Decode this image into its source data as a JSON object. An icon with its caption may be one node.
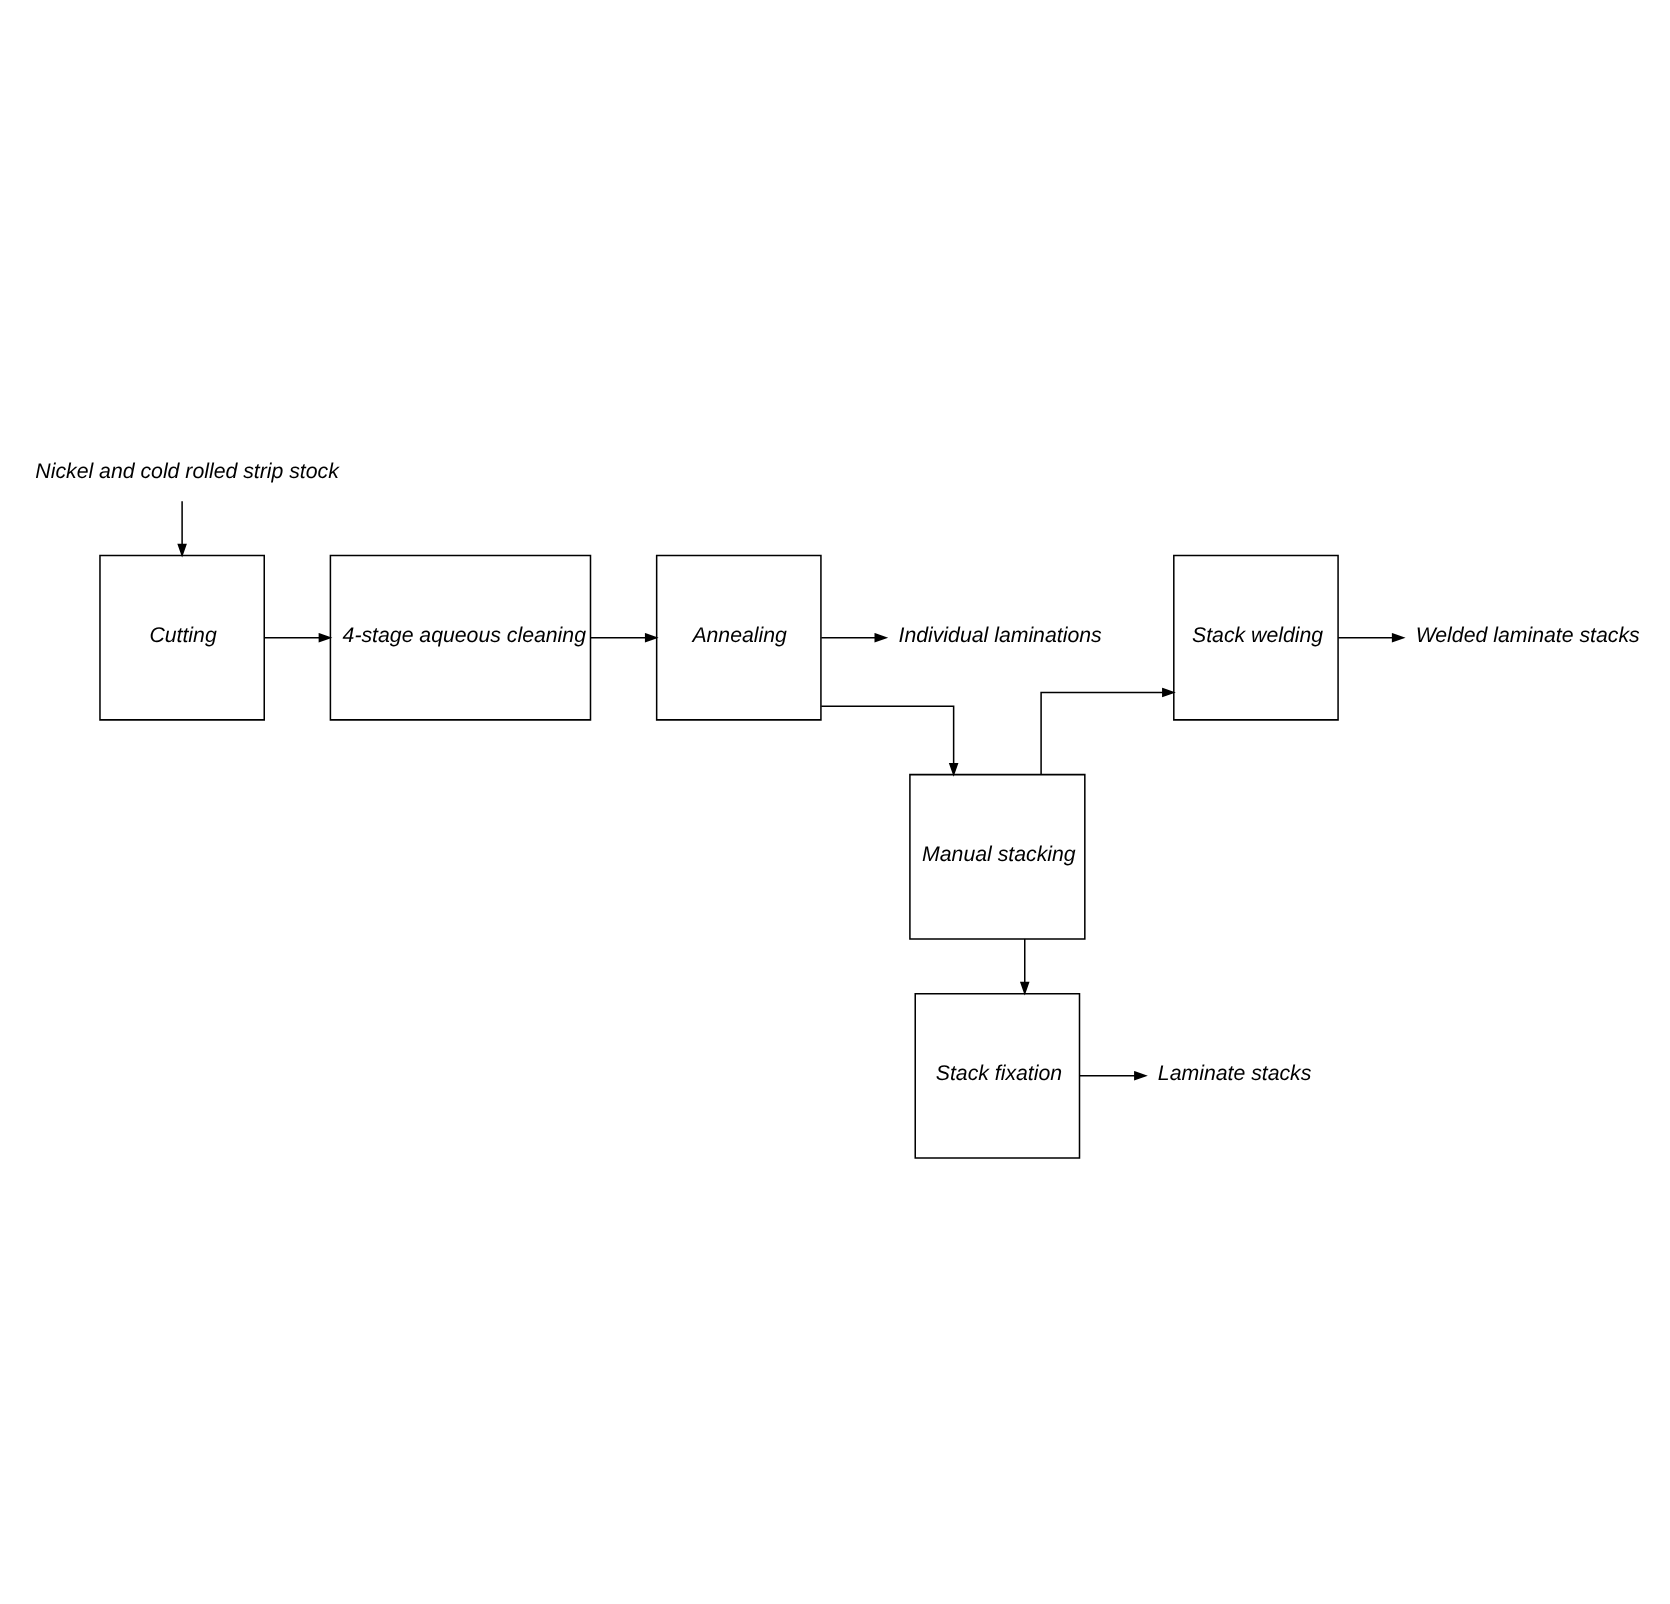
{
  "diagram": {
    "nodes": [
      {
        "text": [
          "Nickel and cold rolled strip stock"
        ]
      },
      {
        "text": [
          "Cutting"
        ]
      },
      {
        "text": [
          "4-stage aqueous cleaning"
        ]
      },
      {
        "text": [
          "Annealing"
        ]
      },
      {
        "text": [
          "Individual laminations"
        ]
      },
      {
        "text": [
          "Stack welding"
        ]
      },
      {
        "text": [
          "Welded laminate stacks"
        ]
      },
      {
        "text": [
          "Manual stacking"
        ]
      },
      {
        "text": [
          "Stack fixation"
        ]
      },
      {
        "text": [
          "Laminate stacks"
        ]
      }
    ],
    "edges": [
      {
        "from": 0,
        "to": 1,
        "arrow": "to"
      },
      {
        "from": 1,
        "to": 2,
        "arrow": "to"
      },
      {
        "from": 2,
        "to": 3,
        "arrow": "to"
      },
      {
        "from": 3,
        "to": 4,
        "arrow": "to"
      },
      {
        "from": 3,
        "to": 7,
        "arrow": "to"
      },
      {
        "from": 7,
        "to": 5,
        "arrow": "to"
      },
      {
        "from": 5,
        "to": 6,
        "arrow": "to"
      },
      {
        "from": 7,
        "to": 8,
        "arrow": "to"
      },
      {
        "from": 8,
        "to": 9,
        "arrow": "to"
      }
    ]
  }
}
